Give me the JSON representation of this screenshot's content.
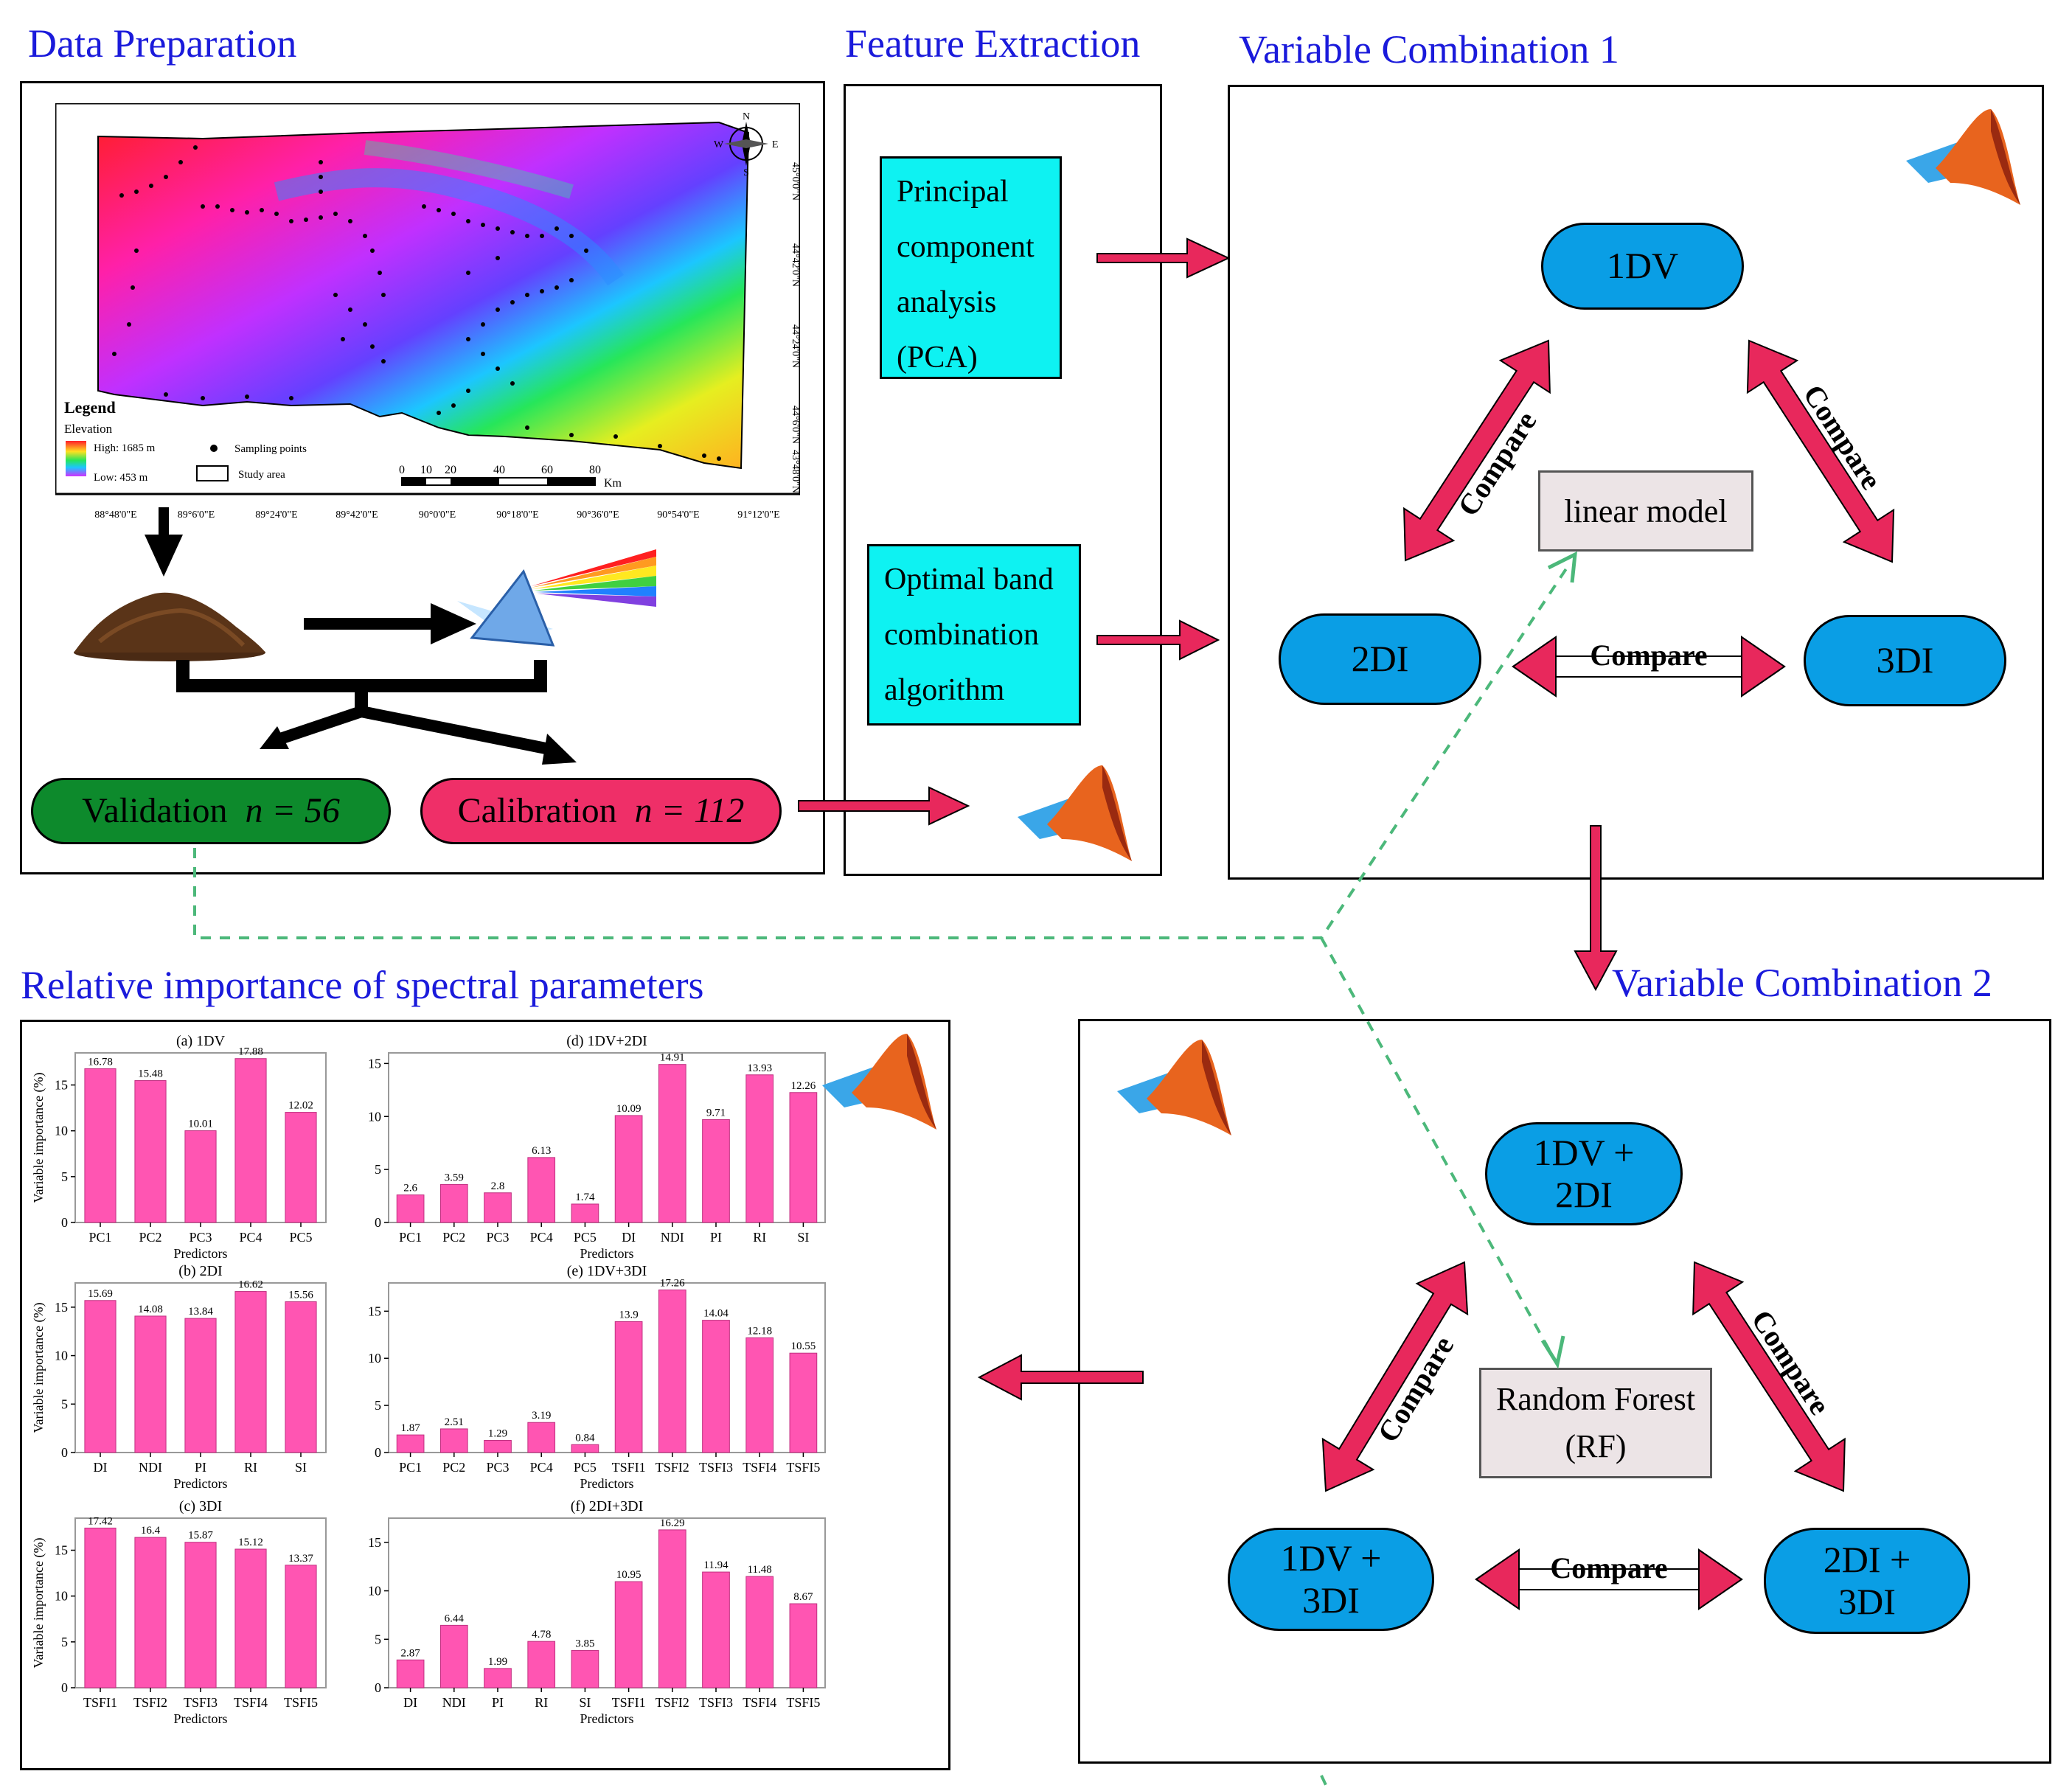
{
  "headings": {
    "data_preparation": "Data Preparation",
    "feature_extraction": "Feature Extraction",
    "variable_combination_1": "Variable Combination 1",
    "relative_importance": "Relative importance of spectral parameters",
    "variable_combination_2": "Variable Combination 2"
  },
  "map": {
    "legend_title": "Legend",
    "elevation_label": "Elevation",
    "elevation_high": "High: 1685 m",
    "elevation_low": "Low: 453 m",
    "sampling_points": "Sampling points",
    "study_area": "Study area",
    "scale_ticks": [
      "0",
      "10",
      "20",
      "40",
      "60",
      "80"
    ],
    "scale_unit": "Km",
    "lon_labels": [
      "88°48'0\"E",
      "89°6'0\"E",
      "89°24'0\"E",
      "89°42'0\"E",
      "90°0'0\"E",
      "90°18'0\"E",
      "90°36'0\"E",
      "90°54'0\"E",
      "91°12'0\"E"
    ],
    "lat_labels": [
      "45°0'0\"N",
      "44°42'0\"N",
      "44°24'0\"N",
      "44°6'0\"N",
      "43°48'0\"N"
    ],
    "compass": {
      "n": "N",
      "s": "S",
      "e": "E",
      "w": "W"
    }
  },
  "data_prep": {
    "validation_label": "Validation",
    "validation_n": "n = 56",
    "calibration_label": "Calibration",
    "calibration_n": "n = 112"
  },
  "feature_extraction": {
    "pca_lines": [
      "Principal",
      "component",
      "analysis",
      "(PCA)"
    ],
    "obc_lines": [
      "Optimal band",
      "combination",
      "algorithm"
    ]
  },
  "vc1": {
    "node_top": "1DV",
    "node_left": "2DI",
    "node_right": "3DI",
    "model": "linear model",
    "compare": "Compare"
  },
  "vc2": {
    "node_top": [
      "1DV +",
      "2DI"
    ],
    "node_left": [
      "1DV +",
      "3DI"
    ],
    "node_right": [
      "2DI +",
      "3DI"
    ],
    "model": [
      "Random Forest",
      "(RF)"
    ],
    "compare": "Compare"
  },
  "colors": {
    "heading": "#1a1adb",
    "pill_blue": "#0a9ee5",
    "pill_green": "#0d8a2c",
    "pill_red": "#ef2f68",
    "arrow_pink": "#e8285c",
    "cyan_box": "#0ef2f2",
    "gray_box": "#ece4e6",
    "bar_fill": "#ff55b2",
    "dashed_green": "#4cb87a"
  },
  "chart_axes": {
    "ylabel": "Variable importance (%)",
    "xlabel": "Predictors"
  },
  "chart_data": [
    {
      "type": "bar",
      "title": "(a) 1DV",
      "categories": [
        "PC1",
        "PC2",
        "PC3",
        "PC4",
        "PC5"
      ],
      "values": [
        16.78,
        15.48,
        10.01,
        17.88,
        12.02
      ],
      "labels": [
        "16.78",
        "15.48",
        "10.01",
        "17.88",
        "12.02"
      ],
      "ylim": [
        0,
        18.5
      ],
      "yticks": [
        0,
        5,
        10,
        15
      ],
      "xlabel": "Predictors",
      "ylabel": "Variable importance (%)"
    },
    {
      "type": "bar",
      "title": "(d) 1DV+2DI",
      "categories": [
        "PC1",
        "PC2",
        "PC3",
        "PC4",
        "PC5",
        "DI",
        "NDI",
        "PI",
        "RI",
        "SI"
      ],
      "values": [
        2.6,
        3.59,
        2.8,
        6.13,
        1.74,
        10.09,
        14.91,
        9.71,
        13.93,
        12.26
      ],
      "labels": [
        "2.6",
        "3.59",
        "2.8",
        "6.13",
        "1.74",
        "10.09",
        "14.91",
        "9.71",
        "13.93",
        "12.26"
      ],
      "ylim": [
        0,
        16
      ],
      "yticks": [
        0,
        5,
        10,
        15
      ],
      "xlabel": "Predictors",
      "ylabel": ""
    },
    {
      "type": "bar",
      "title": "(b) 2DI",
      "categories": [
        "DI",
        "NDI",
        "PI",
        "RI",
        "SI"
      ],
      "values": [
        15.69,
        14.08,
        13.84,
        16.62,
        15.56
      ],
      "labels": [
        "15.69",
        "14.08",
        "13.84",
        "16.62",
        "15.56"
      ],
      "ylim": [
        0,
        17.5
      ],
      "yticks": [
        0,
        5,
        10,
        15
      ],
      "xlabel": "Predictors",
      "ylabel": "Variable importance (%)"
    },
    {
      "type": "bar",
      "title": "(e) 1DV+3DI",
      "categories": [
        "PC1",
        "PC2",
        "PC3",
        "PC4",
        "PC5",
        "TSFI1",
        "TSFI2",
        "TSFI3",
        "TSFI4",
        "TSFI5"
      ],
      "values": [
        1.87,
        2.51,
        1.29,
        3.19,
        0.84,
        13.9,
        17.26,
        14.04,
        12.18,
        10.55
      ],
      "labels": [
        "1.87",
        "2.51",
        "1.29",
        "3.19",
        "0.84",
        "13.9",
        "17.26",
        "14.04",
        "12.18",
        "10.55"
      ],
      "ylim": [
        0,
        18
      ],
      "yticks": [
        0,
        5,
        10,
        15
      ],
      "xlabel": "Predictors",
      "ylabel": ""
    },
    {
      "type": "bar",
      "title": "(c) 3DI",
      "categories": [
        "TSFI1",
        "TSFI2",
        "TSFI3",
        "TSFI4",
        "TSFI5"
      ],
      "values": [
        17.42,
        16.4,
        15.87,
        15.12,
        13.37
      ],
      "labels": [
        "17.42",
        "16.4",
        "15.87",
        "15.12",
        "13.37"
      ],
      "ylim": [
        0,
        18.5
      ],
      "yticks": [
        0,
        5,
        10,
        15
      ],
      "xlabel": "Predictors",
      "ylabel": "Variable importance (%)"
    },
    {
      "type": "bar",
      "title": "(f) 2DI+3DI",
      "categories": [
        "DI",
        "NDI",
        "PI",
        "RI",
        "SI",
        "TSFI1",
        "TSFI2",
        "TSFI3",
        "TSFI4",
        "TSFI5"
      ],
      "values": [
        2.87,
        6.44,
        1.99,
        4.78,
        3.85,
        10.95,
        16.29,
        11.94,
        11.48,
        8.67
      ],
      "labels": [
        "2.87",
        "6.44",
        "1.99",
        "4.78",
        "3.85",
        "10.95",
        "16.29",
        "11.94",
        "11.48",
        "8.67"
      ],
      "ylim": [
        0,
        17.5
      ],
      "yticks": [
        0,
        5,
        10,
        15
      ],
      "xlabel": "Predictors",
      "ylabel": ""
    }
  ]
}
